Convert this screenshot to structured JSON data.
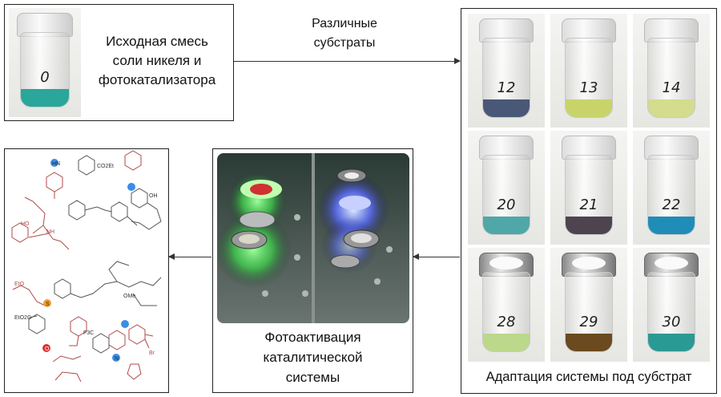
{
  "start": {
    "lines": [
      "Исходная смесь",
      "соли никеля и",
      "фотокатализатора"
    ],
    "vial_label": "0",
    "liquid_color": "#2aa69a"
  },
  "arrow_label": {
    "lines": [
      "Различные",
      "субстраты"
    ]
  },
  "adaptation": {
    "caption": "Адаптация системы под субстрат",
    "vials": [
      {
        "label": "12",
        "color": "#4a5878",
        "cap": "clear"
      },
      {
        "label": "13",
        "color": "#c8d46a",
        "cap": "clear"
      },
      {
        "label": "14",
        "color": "#d4dc8e",
        "cap": "clear"
      },
      {
        "label": "20",
        "color": "#4fa7a8",
        "cap": "clear"
      },
      {
        "label": "21",
        "color": "#4d4450",
        "cap": "clear"
      },
      {
        "label": "22",
        "color": "#1f8db8",
        "cap": "clear"
      },
      {
        "label": "28",
        "color": "#bcd88a",
        "cap": "metal"
      },
      {
        "label": "29",
        "color": "#6a4a1e",
        "cap": "metal"
      },
      {
        "label": "30",
        "color": "#2a9a94",
        "cap": "metal"
      }
    ]
  },
  "photoactivation": {
    "lines": [
      "Фотоактивация",
      "каталитической",
      "системы"
    ]
  },
  "molecules": {
    "labels": [
      "HN",
      "CO2Et",
      "OH",
      "HO",
      "NH",
      "S",
      "EtO",
      "EtO2C",
      "O",
      "F3C",
      "Br",
      "N",
      "OMe"
    ]
  },
  "colors": {
    "highlight_blue": "#3a8ee8",
    "highlight_orange": "#f0a030",
    "highlight_red": "#e03030",
    "fragment_red": "#b04040"
  }
}
